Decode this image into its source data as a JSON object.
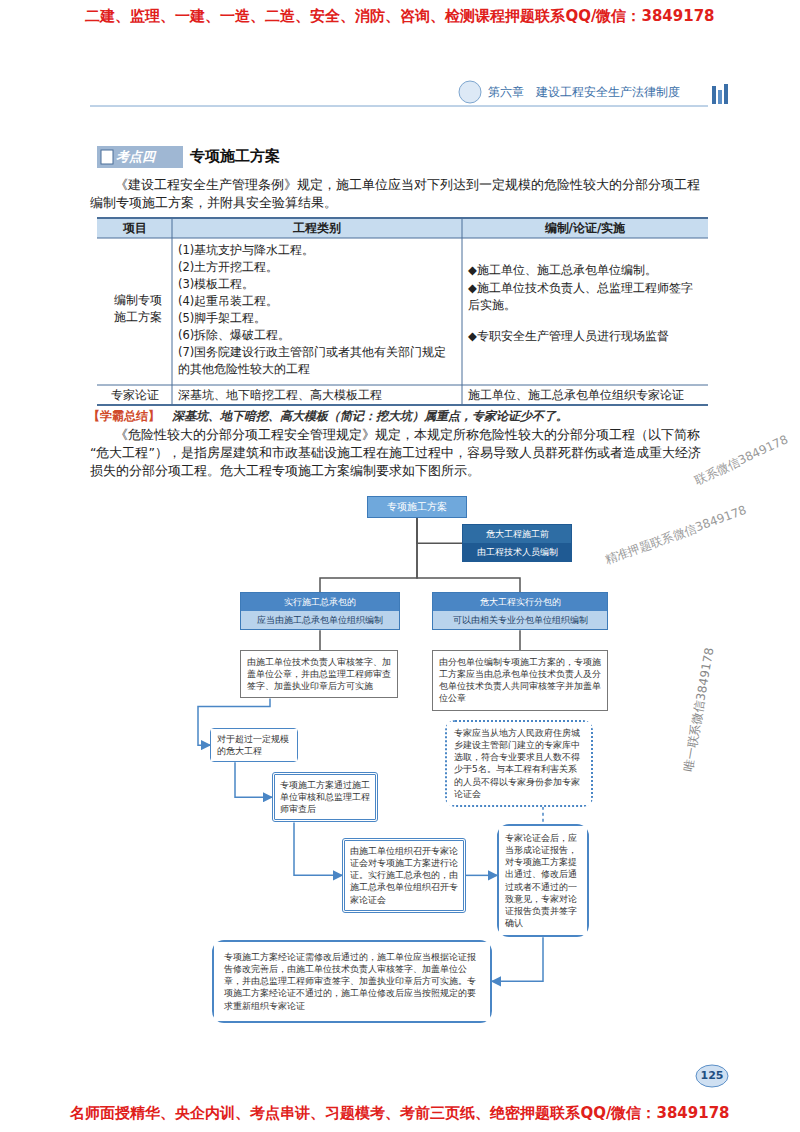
{
  "diagram": {
    "title": "专项施工方案",
    "nodes": [
      {
        "text": [
          "专项施工方案"
        ]
      },
      {
        "text": [
          "危大工程施工前",
          "由工程技术人员编制"
        ]
      },
      {
        "text": [
          "实行施工总承包的",
          "应当由施工总承包单位组织编制"
        ]
      },
      {
        "text": [
          "危大工程实行分包的",
          "可以由相关专业分包单位组织编制"
        ]
      },
      {
        "text": [
          "由施工单位技术负责人审核签字、加盖单位公章，并由总监理工程师审查签字、加盖执业印章后方可实施"
        ]
      },
      {
        "text": [
          "由分包单位编制专项施工方案的，专项施工方案应当由总承包单位技术负责人及分包单位技术负责人共同审核签字并加盖单位公章"
        ]
      },
      {
        "text": [
          "对于超过一定规模的危大工程"
        ]
      },
      {
        "text": [
          "专项施工方案通过施工单位审核和总监理工程师审查后"
        ]
      },
      {
        "text": [
          "由施工单位组织召开专家论证会对专项施工方案进行论证。实行施工总承包的，由施工总承包单位组织召开专家论证会"
        ]
      },
      {
        "text": [
          "专家应当从地方人民政府住房城乡建设主管部门建立的专家库中选取，符合专业要求且人数不得少于5名。与本工程有利害关系的人员不得以专家身份参加专家论证会"
        ]
      },
      {
        "text": [
          "专家论证会后，应当形成论证报告，对专项施工方案提出通过、修改后通过或者不通过的一致意见，专家对论证报告负责并签字确认"
        ]
      },
      {
        "text": [
          "专项施工方案经论证需修改后通过的，施工单位应当根据论证报告修改完善后，由施工单位技术负责人审核签字、加盖单位公章，并由总监理工程师审查签字、加盖执业印章后方可实施。专项施工方案经论证不通过的，施工单位修改后应当按照规定的要求重新组织专家论证"
        ]
      }
    ],
    "edges": [
      {
        "from": 0,
        "to": 1,
        "arrow": "none"
      },
      {
        "from": 0,
        "to": 2,
        "arrow": "none"
      },
      {
        "from": 0,
        "to": 3,
        "arrow": "none"
      },
      {
        "from": 2,
        "to": 4,
        "arrow": "none"
      },
      {
        "from": 3,
        "to": 5,
        "arrow": "none"
      },
      {
        "from": 4,
        "to": 6,
        "arrow": "to"
      },
      {
        "from": 6,
        "to": 7,
        "arrow": "to"
      },
      {
        "from": 7,
        "to": 8,
        "arrow": "to"
      },
      {
        "from": 8,
        "to": 10,
        "arrow": "to"
      },
      {
        "from": 9,
        "to": 10,
        "arrow": "none"
      },
      {
        "from": 10,
        "to": 11,
        "arrow": "to"
      }
    ],
    "labels": [
      "二建、监理、一建、一造、二造、安全、消防、咨询、检测课程押题联系QQ/微信：3849178",
      "第六章　建设工程安全生产法律制度",
      "考点四",
      "《建设工程安全生产管理条例》规定，施工单位应当对下列达到一定规模的危险性较大的分部分项工程编制专项施工方案，并附具安全验算结果。",
      "项目",
      "工程类别",
      "编制/论证/实施",
      "编制专项施工方案",
      "(1)基坑支护与降水工程。",
      "(2)土方开挖工程。",
      "(3)模板工程。",
      "(4)起重吊装工程。",
      "(5)脚手架工程。",
      "(6)拆除、爆破工程。",
      "(7)国务院建设行政主管部门或者其他有关部门规定的其他危险性较大的工程",
      "◆施工单位、施工总承包单位编制。",
      "◆施工单位技术负责人、总监理工程师签字后实施。",
      "◆专职安全生产管理人员进行现场监督",
      "专家论证",
      "深基坑、地下暗挖工程、高大模板工程",
      "施工单位、施工总承包单位组织专家论证",
      "【学霸总结】",
      "深基坑、地下暗挖、高大模板（简记：挖大坑）属重点，专家论证少不了。",
      "《危险性较大的分部分项工程安全管理规定》规定，本规定所称危险性较大的分部分项工程（以下简称“危大工程”），是指房屋建筑和市政基础设施工程在施工过程中，容易导致人员群死群伤或者造成重大经济损失的分部分项工程。危大工程专项施工方案编制要求如下图所示。",
      "125",
      "名师面授精华、央企内训、考点串讲、习题模考、考前三页纸、绝密押题联系QQ/微信：3849178",
      "唯一联系微信3849178",
      "精准押题联系微信3849178",
      "联系微信3849178"
    ]
  }
}
